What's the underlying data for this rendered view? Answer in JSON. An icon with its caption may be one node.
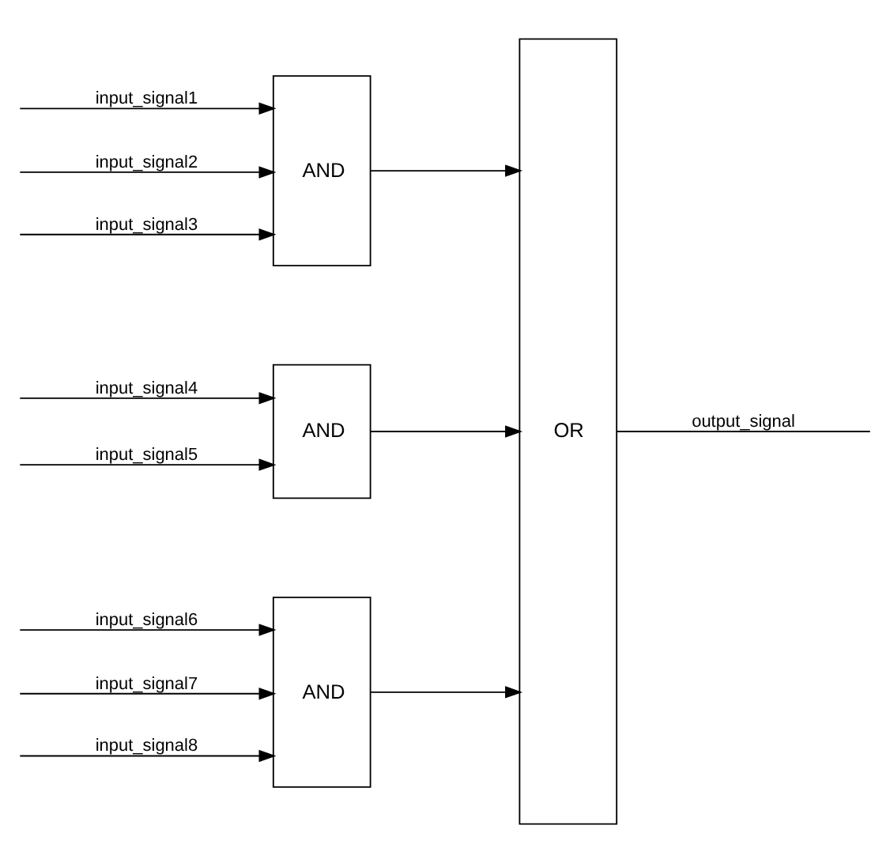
{
  "diagram": {
    "nodes": [
      {
        "text": [
          "AND"
        ]
      },
      {
        "text": [
          "AND"
        ]
      },
      {
        "text": [
          "AND"
        ]
      },
      {
        "text": [
          "OR"
        ]
      }
    ],
    "edges": [
      {
        "from": null,
        "to": 0,
        "arrow": "to",
        "label": "input_signal1"
      },
      {
        "from": null,
        "to": 0,
        "arrow": "to",
        "label": "input_signal2"
      },
      {
        "from": null,
        "to": 0,
        "arrow": "to",
        "label": "input_signal3"
      },
      {
        "from": null,
        "to": 1,
        "arrow": "to",
        "label": "input_signal4"
      },
      {
        "from": null,
        "to": 1,
        "arrow": "to",
        "label": "input_signal5"
      },
      {
        "from": null,
        "to": 2,
        "arrow": "to",
        "label": "input_signal6"
      },
      {
        "from": null,
        "to": 2,
        "arrow": "to",
        "label": "input_signal7"
      },
      {
        "from": null,
        "to": 2,
        "arrow": "to",
        "label": "input_signal8"
      },
      {
        "from": 0,
        "to": 3,
        "arrow": "to"
      },
      {
        "from": 1,
        "to": 3,
        "arrow": "to"
      },
      {
        "from": 2,
        "to": 3,
        "arrow": "to"
      },
      {
        "from": 3,
        "to": null,
        "arrow": "none",
        "label": "output_signal"
      }
    ]
  }
}
